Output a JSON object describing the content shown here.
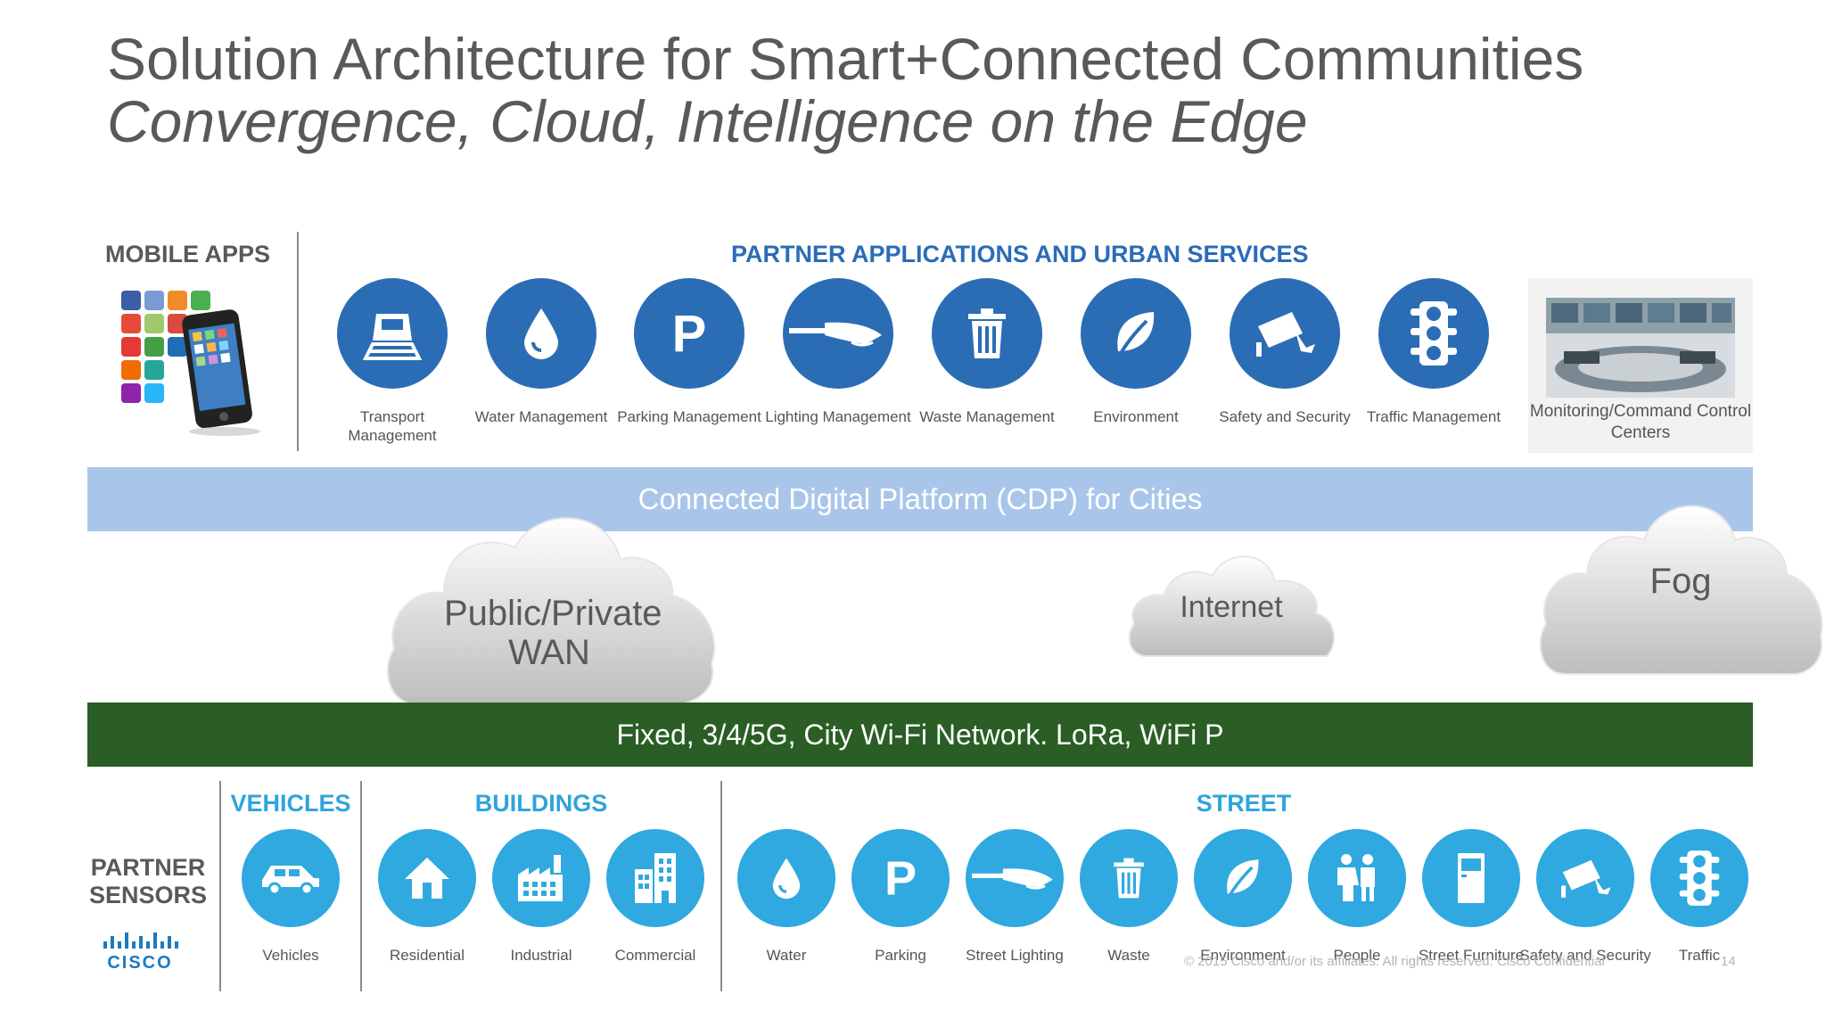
{
  "slide": {
    "title": "Solution Architecture for Smart+Connected Communities",
    "subtitle": "Convergence, Cloud, Intelligence on the Edge"
  },
  "top": {
    "mobile_heading": "MOBILE APPS",
    "partner_heading": "PARTNER APPLICATIONS AND URBAN SERVICES",
    "apps": [
      {
        "label": "Transport Management",
        "icon": "train-icon"
      },
      {
        "label": "Water Management",
        "icon": "water-drop-icon"
      },
      {
        "label": "Parking Management",
        "icon": "parking-icon"
      },
      {
        "label": "Lighting Management",
        "icon": "street-lamp-icon"
      },
      {
        "label": "Waste Management",
        "icon": "trash-icon"
      },
      {
        "label": "Environment",
        "icon": "leaf-icon"
      },
      {
        "label": "Safety and Security",
        "icon": "camera-icon"
      },
      {
        "label": "Traffic Management",
        "icon": "traffic-light-icon"
      }
    ],
    "monitoring_label": "Monitoring/Command Control Centers"
  },
  "platform": {
    "cdp_label": "Connected Digital Platform (CDP) for Cities",
    "clouds": {
      "wan": "Public/Private WAN",
      "internet": "Internet",
      "fog": "Fog"
    },
    "network_label": "Fixed, 3/4/5G, City Wi-Fi Network. LoRa, WiFi P"
  },
  "bottom": {
    "sensors_heading": "PARTNER SENSORS",
    "vehicles_heading": "VEHICLES",
    "buildings_heading": "BUILDINGS",
    "street_heading": "STREET",
    "sensors": [
      {
        "label": "Vehicles",
        "icon": "car-icon"
      },
      {
        "label": "Residential",
        "icon": "house-icon"
      },
      {
        "label": "Industrial",
        "icon": "factory-icon"
      },
      {
        "label": "Commercial",
        "icon": "office-building-icon"
      },
      {
        "label": "Water",
        "icon": "water-drop-icon"
      },
      {
        "label": "Parking",
        "icon": "parking-icon"
      },
      {
        "label": "Street Lighting",
        "icon": "street-lamp-icon"
      },
      {
        "label": "Waste",
        "icon": "trash-icon"
      },
      {
        "label": "Environment",
        "icon": "leaf-icon"
      },
      {
        "label": "People",
        "icon": "people-icon"
      },
      {
        "label": "Street Furniture",
        "icon": "kiosk-icon"
      },
      {
        "label": "Safety and Security",
        "icon": "camera-icon"
      },
      {
        "label": "Traffic",
        "icon": "traffic-light-icon"
      }
    ]
  },
  "footer": {
    "copyright": "© 2015 Cisco and/or its affiliates. All rights reserved. Cisco Confidential",
    "page": "14"
  },
  "colors": {
    "top_icon": "#2b6db5",
    "bottom_icon": "#2fa9df",
    "cdp_bar": "#a9c6ea",
    "network_bar": "#2a5e25",
    "partner_heading": "#2a6cb8"
  }
}
